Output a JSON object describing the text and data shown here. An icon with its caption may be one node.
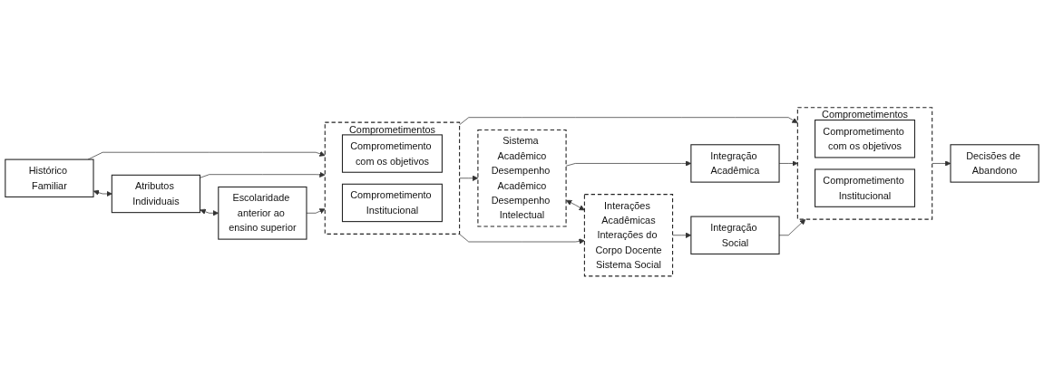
{
  "diagram": {
    "nodes": [
      {
        "text": [
          "Histórico Familiar"
        ]
      },
      {
        "text": [
          "Atributos Individuais"
        ]
      },
      {
        "text": [
          "Escolaridade anterior ao ensino superior"
        ]
      },
      {
        "text": [
          "Comprometimentos"
        ]
      },
      {
        "text": [
          "Comprometimento com os objetivos"
        ],
        "in": 3
      },
      {
        "text": [
          "Comprometimento Institucional"
        ],
        "in": 3
      },
      {
        "text": [
          "Sistema Acadêmico",
          "Desempenho Acadêmico",
          "Desempenho Intelectual"
        ]
      },
      {
        "text": [
          "Interações Acadêmicas",
          "Interações do Corpo Docente",
          "Sistema Social"
        ]
      },
      {
        "text": [
          "Integração Acadêmica"
        ]
      },
      {
        "text": [
          "Integração Social"
        ]
      },
      {
        "text": [
          "Comprometimentos"
        ]
      },
      {
        "text": [
          "Comprometimento com os objetivos"
        ],
        "in": 10
      },
      {
        "text": [
          "Comprometimento Institucional"
        ],
        "in": 10
      },
      {
        "text": [
          "Decisões de Abandono"
        ]
      }
    ],
    "edges": [
      {
        "from": 0,
        "to": 3,
        "arrow": "to"
      },
      {
        "from": 1,
        "to": 3,
        "arrow": "to"
      },
      {
        "from": 2,
        "to": 3,
        "arrow": "to"
      },
      {
        "from": 0,
        "to": 1,
        "arrow": "both"
      },
      {
        "from": 1,
        "to": 2,
        "arrow": "both"
      },
      {
        "from": 3,
        "to": 6,
        "arrow": "to"
      },
      {
        "from": 3,
        "to": 7,
        "arrow": "to"
      },
      {
        "from": 3,
        "to": 10,
        "arrow": "to"
      },
      {
        "from": 6,
        "to": 7,
        "arrow": "both"
      },
      {
        "from": 6,
        "to": 8,
        "arrow": "to"
      },
      {
        "from": 7,
        "to": 9,
        "arrow": "to"
      },
      {
        "from": 8,
        "to": 10,
        "arrow": "to"
      },
      {
        "from": 9,
        "to": 10,
        "arrow": "to"
      },
      {
        "from": 10,
        "to": 13,
        "arrow": "to"
      }
    ]
  }
}
